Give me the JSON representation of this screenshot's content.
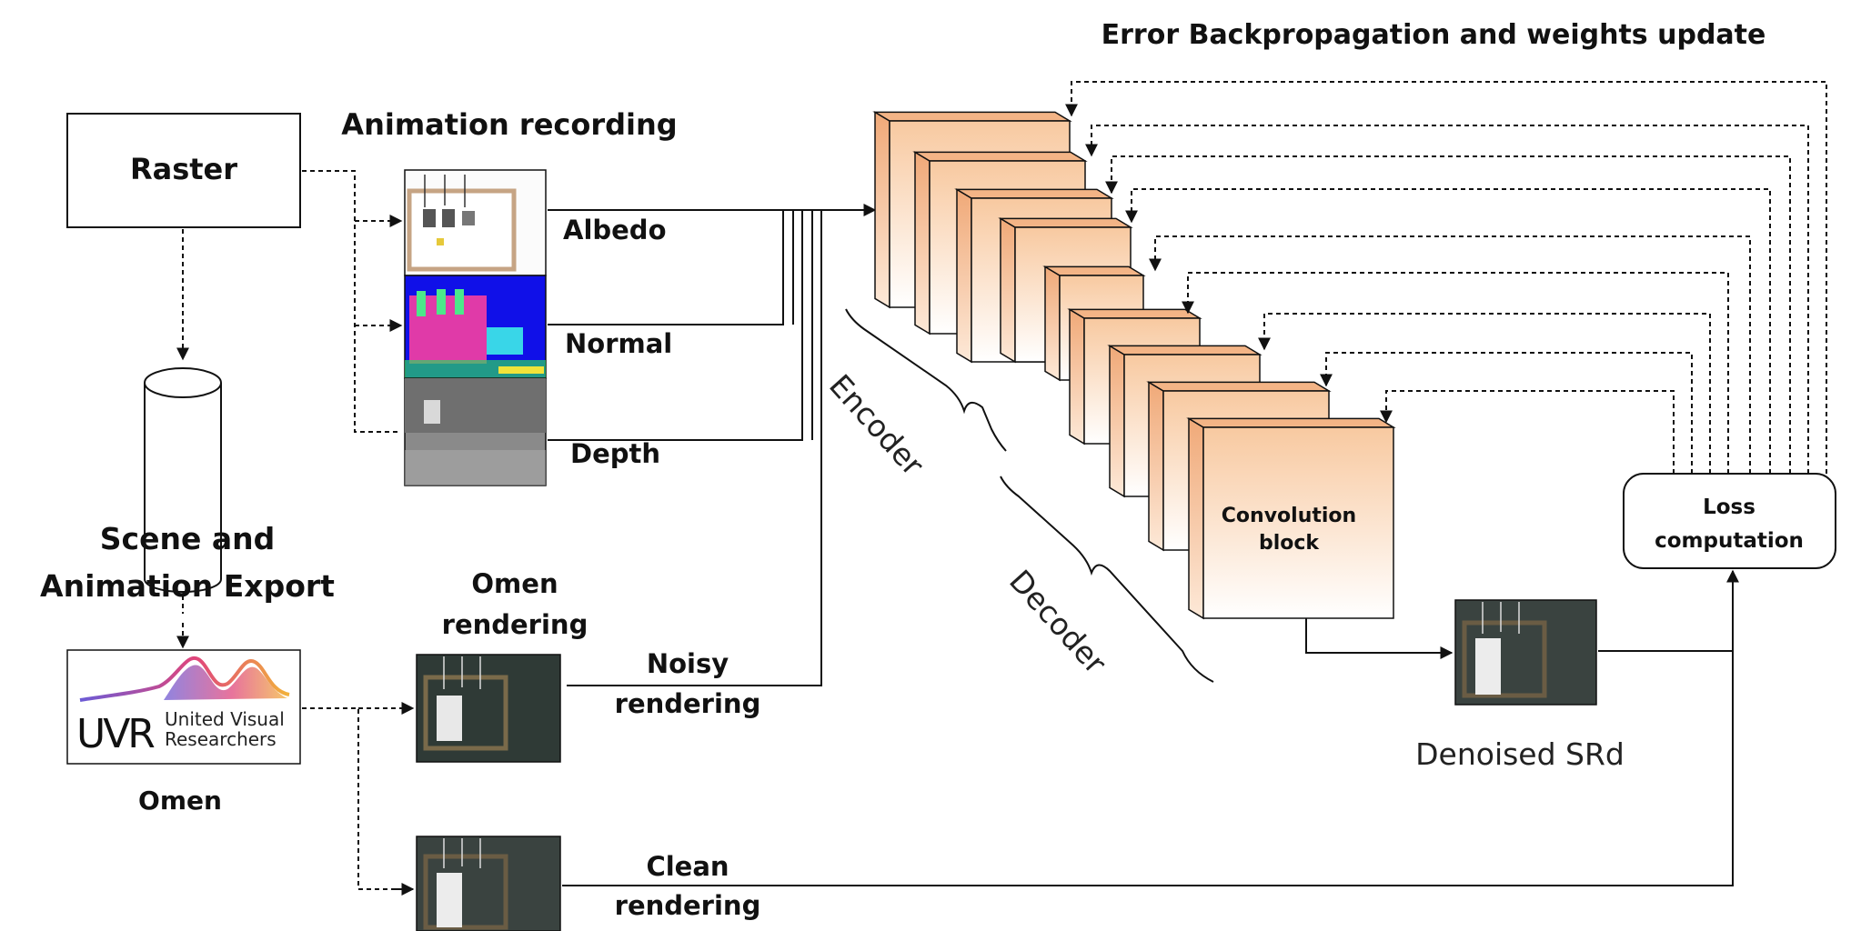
{
  "header": {
    "title": "Error Backpropagation and weights update"
  },
  "raster": {
    "label": "Raster"
  },
  "animation": {
    "title": "Animation recording"
  },
  "passes": {
    "albedo": "Albedo",
    "normal": "Normal",
    "depth": "Depth"
  },
  "scene_export": {
    "line1": "Scene and",
    "line2": "Animation Export"
  },
  "logo": {
    "mark": "UVR",
    "line1": "United Visual",
    "line2": "Researchers",
    "gradient": [
      "#6b5bd6",
      "#e0457b",
      "#f2b33a"
    ]
  },
  "omen": {
    "label": "Omen"
  },
  "omen_rendering": {
    "line1": "Omen",
    "line2": "rendering"
  },
  "noisy": {
    "line1": "Noisy",
    "line2": "rendering"
  },
  "clean": {
    "line1": "Clean",
    "line2": "rendering"
  },
  "network": {
    "encoder": "Encoder",
    "decoder": "Decoder",
    "block_line1": "Convolution",
    "block_line2": "block",
    "block_color_top": "#f8c9a0",
    "block_color_bottom": "#ffffff"
  },
  "denoised": {
    "label": "Denoised SRd"
  },
  "loss": {
    "line1": "Loss",
    "line2": "computation"
  }
}
